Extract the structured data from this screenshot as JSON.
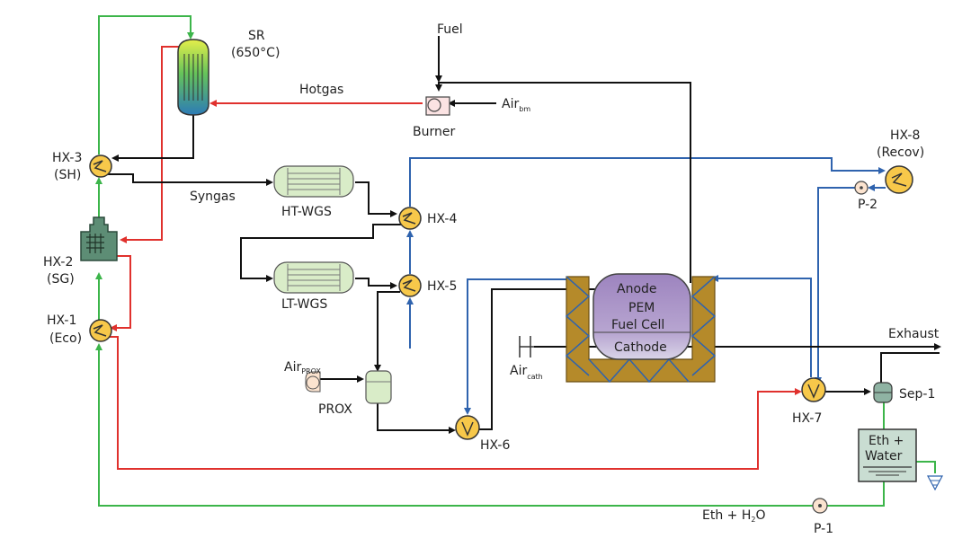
{
  "colors": {
    "stream_black": "#111111",
    "stream_red": "#e0312d",
    "stream_green": "#3cb54a",
    "stream_blue": "#2f63ae",
    "hx_fill": "#f7c84a",
    "reactor_fill": "#d9ecc8",
    "fuelcell_fill": "#b49fcb",
    "cathode_fill": "#d9d4e8",
    "insulation": "#b58a2a",
    "steam_gen": "#5d8d75",
    "tank_fill": "#8fb3a3"
  },
  "labels": {
    "sr_name": "SR",
    "sr_temp": "(650°C)",
    "fuel": "Fuel",
    "hotgas": "Hotgas",
    "air_bm": "Air",
    "air_bm_sub": "bm",
    "burner": "Burner",
    "hx8_name": "HX-8",
    "hx8_role": "(Recov)",
    "hx3_name": "HX-3",
    "hx3_role": "(SH)",
    "syngas": "Syngas",
    "ht_wgs": "HT-WGS",
    "hx4": "HX-4",
    "p2": "P-2",
    "hx2_name": "HX-2",
    "hx2_role": "(SG)",
    "lt_wgs": "LT-WGS",
    "hx5": "HX-5",
    "anode": "Anode",
    "pem_1": "PEM",
    "pem_2": "Fuel Cell",
    "cathode": "Cathode",
    "hx1_name": "HX-1",
    "hx1_role": "(Eco)",
    "exhaust": "Exhaust",
    "air_prox": "Air",
    "air_prox_sub": "PROX",
    "air_cath": "Air",
    "air_cath_sub": "cath",
    "prox": "PROX",
    "hx7": "HX-7",
    "sep1": "Sep-1",
    "hx6": "HX-6",
    "tank_1": "Eth +",
    "tank_2": "Water",
    "eth_h2o": "Eth + H",
    "eth_h2o_sub": "2",
    "eth_h2o_end": "O",
    "p1": "P-1"
  }
}
